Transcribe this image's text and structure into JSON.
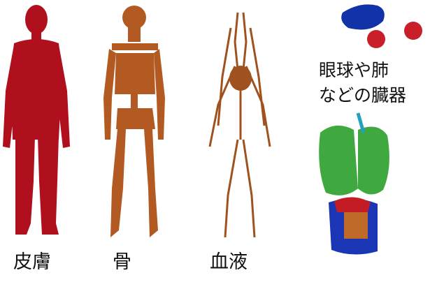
{
  "labels": {
    "skin": "皮膚",
    "bone": "骨",
    "blood": "血液",
    "organs_line1": "眼球や肺",
    "organs_line2": "などの臓器"
  },
  "colors": {
    "skin": "#b0101e",
    "bone": "#b35a22",
    "blood": "#a0521e",
    "eyes": "#c81f2b",
    "brain": "#1232a8",
    "lung": "#3fa83f",
    "abdomen_blue": "#1a36b4",
    "abdomen_orange": "#c06a2a",
    "abdomen_red": "#c41c25",
    "trachea": "#25a0c0"
  }
}
